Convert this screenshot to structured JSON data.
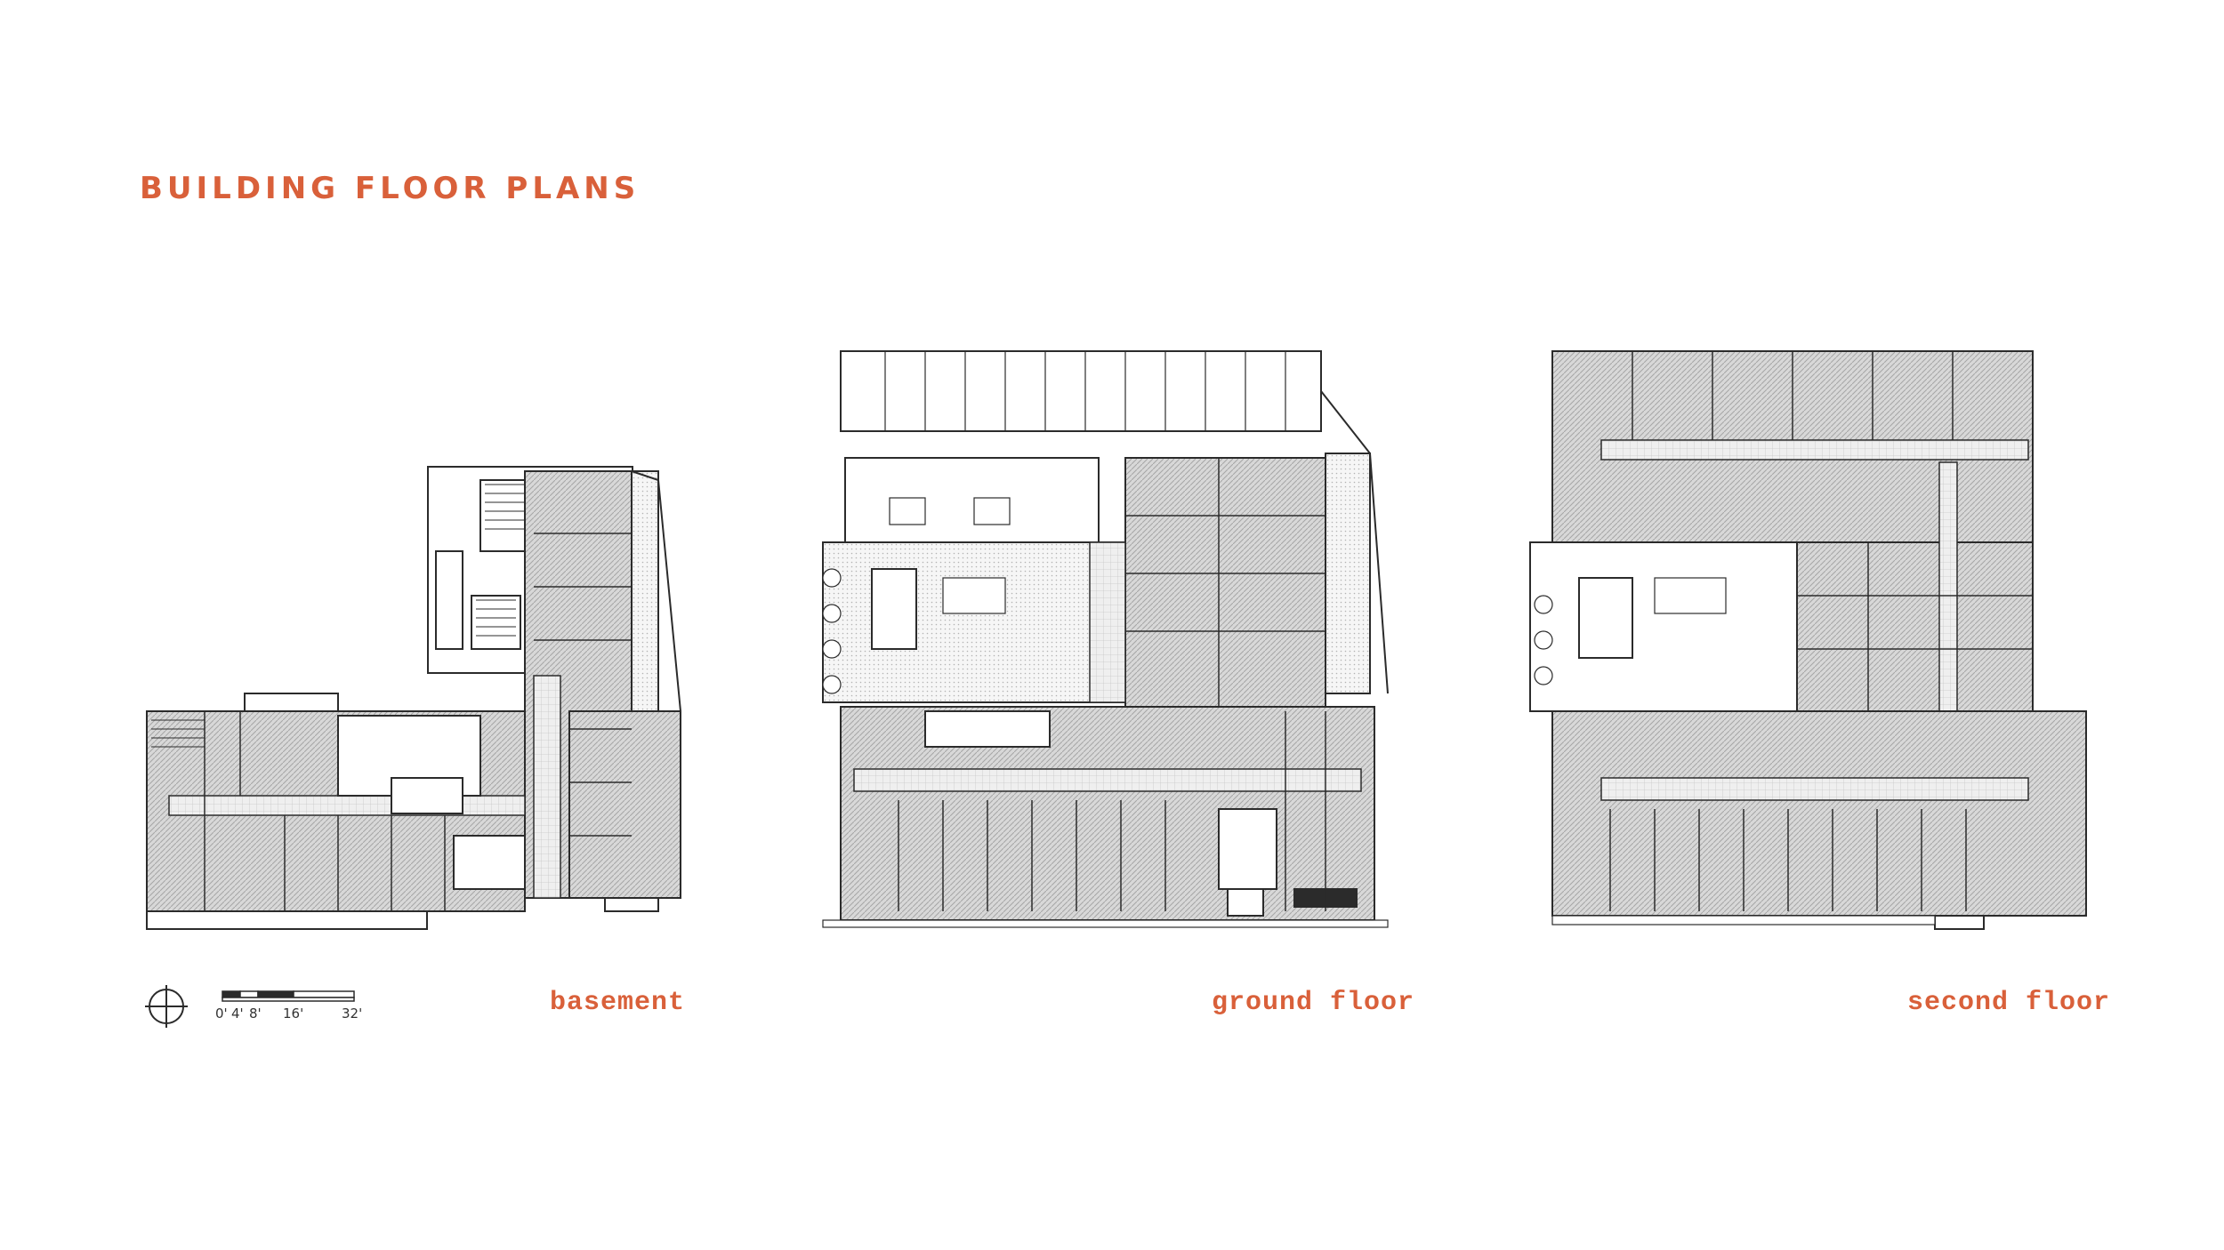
{
  "sheet": {
    "title": "BUILDING FLOOR PLANS",
    "accent_color": "#d9603a",
    "line_color": "#2b2b2b",
    "hatch_color": "#bdbdbd"
  },
  "plans": {
    "basement": {
      "label": "basement"
    },
    "ground": {
      "label": "ground floor"
    },
    "second": {
      "label": "second floor"
    }
  },
  "scale_bar": {
    "ticks": [
      "0'",
      "4'",
      "8'",
      "16'",
      "32'"
    ]
  },
  "north_arrow": {
    "icon": "north-arrow-icon"
  }
}
